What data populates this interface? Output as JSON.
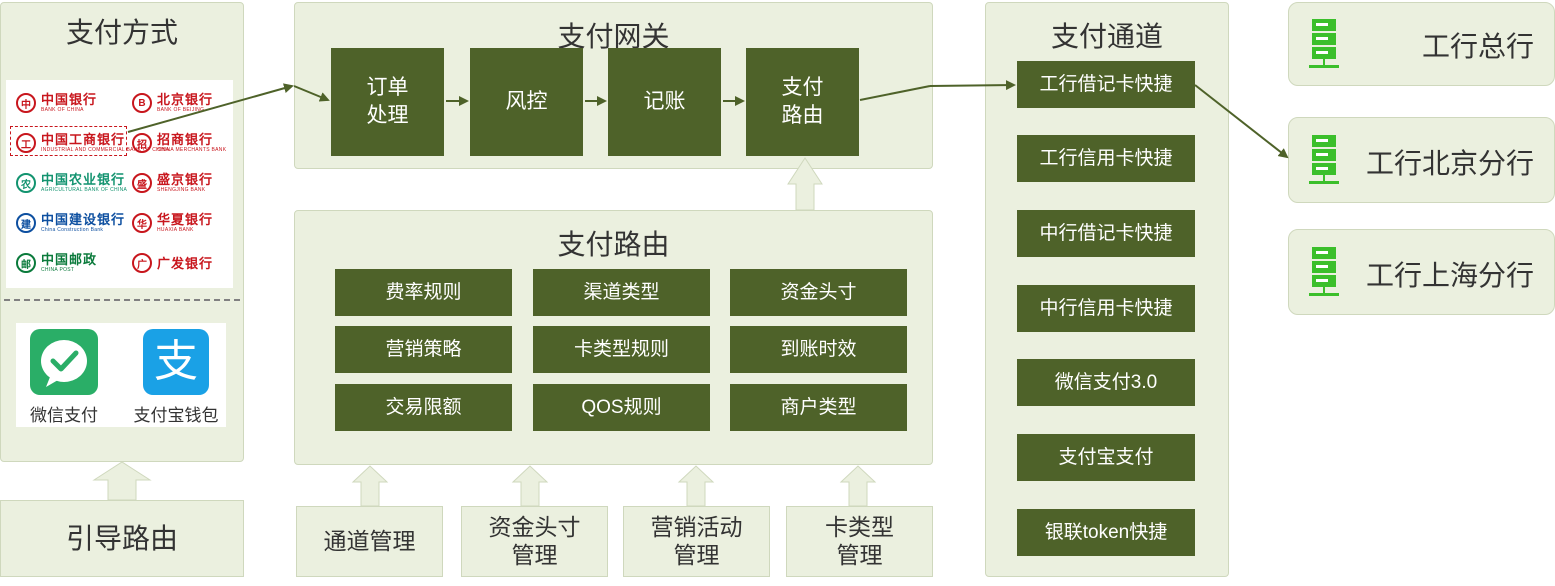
{
  "payment_methods": {
    "title": "支付方式",
    "banks": [
      {
        "cn": "中国银行",
        "en": "BANK OF CHINA",
        "color": "#c8161d",
        "icon": "bank-of-china-logo"
      },
      {
        "cn": "北京银行",
        "en": "BANK OF BEIJING",
        "color": "#c8161d",
        "icon": "bank-of-beijing-logo"
      },
      {
        "cn": "中国工商银行",
        "en": "INDUSTRIAL AND COMMERCIAL BANK OF CHINA",
        "color": "#c8161d",
        "icon": "icbc-logo"
      },
      {
        "cn": "招商银行",
        "en": "CHINA MERCHANTS BANK",
        "color": "#c8161d",
        "icon": "cmb-logo"
      },
      {
        "cn": "中国农业银行",
        "en": "AGRICULTURAL BANK OF CHINA",
        "color": "#12936f",
        "icon": "abc-logo"
      },
      {
        "cn": "盛京银行",
        "en": "SHENGJING BANK",
        "color": "#c8161d",
        "icon": "shengjing-bank-logo"
      },
      {
        "cn": "中国建设银行",
        "en": "China Construction Bank",
        "color": "#0d4fa0",
        "icon": "ccb-logo"
      },
      {
        "cn": "华夏银行",
        "en": "HUAXIA BANK",
        "color": "#c8161d",
        "icon": "huaxia-bank-logo"
      },
      {
        "cn": "中国邮政",
        "en": "CHINA POST",
        "color": "#0a7a3b",
        "icon": "china-post-logo"
      },
      {
        "cn": "广发银行",
        "en": "",
        "color": "#c8161d",
        "icon": "cgb-logo"
      }
    ],
    "wallets": [
      {
        "label": "微信支付",
        "icon": "wechat-pay-icon",
        "color": "#2aae67"
      },
      {
        "label": "支付宝钱包",
        "icon": "alipay-icon",
        "color": "#1aa1e6",
        "glyph": "支"
      }
    ]
  },
  "guide_routing": {
    "label": "引导路由"
  },
  "gateway": {
    "title": "支付网关",
    "steps": [
      "订单\n处理",
      "风控",
      "记账",
      "支付\n路由"
    ]
  },
  "routing": {
    "title": "支付路由",
    "rules": [
      "费率规则",
      "渠道类型",
      "资金头寸",
      "营销策略",
      "卡类型规则",
      "到账时效",
      "交易限额",
      "QOS规则",
      "商户类型"
    ]
  },
  "management": [
    "通道管理",
    "资金头寸\n管理",
    "营销活动\n管理",
    "卡类型\n管理"
  ],
  "channels": {
    "title": "支付通道",
    "items": [
      "工行借记卡快捷",
      "工行信用卡快捷",
      "中行借记卡快捷",
      "中行信用卡快捷",
      "微信支付3.0",
      "支付宝支付",
      "银联token快捷"
    ]
  },
  "branches": [
    "工行总行",
    "工行北京分行",
    "工行上海分行"
  ],
  "colors": {
    "dark_box": "#4e6229",
    "panel": "#ebf0df",
    "server": "#3bbf2b",
    "arrow": "#4e6229"
  }
}
